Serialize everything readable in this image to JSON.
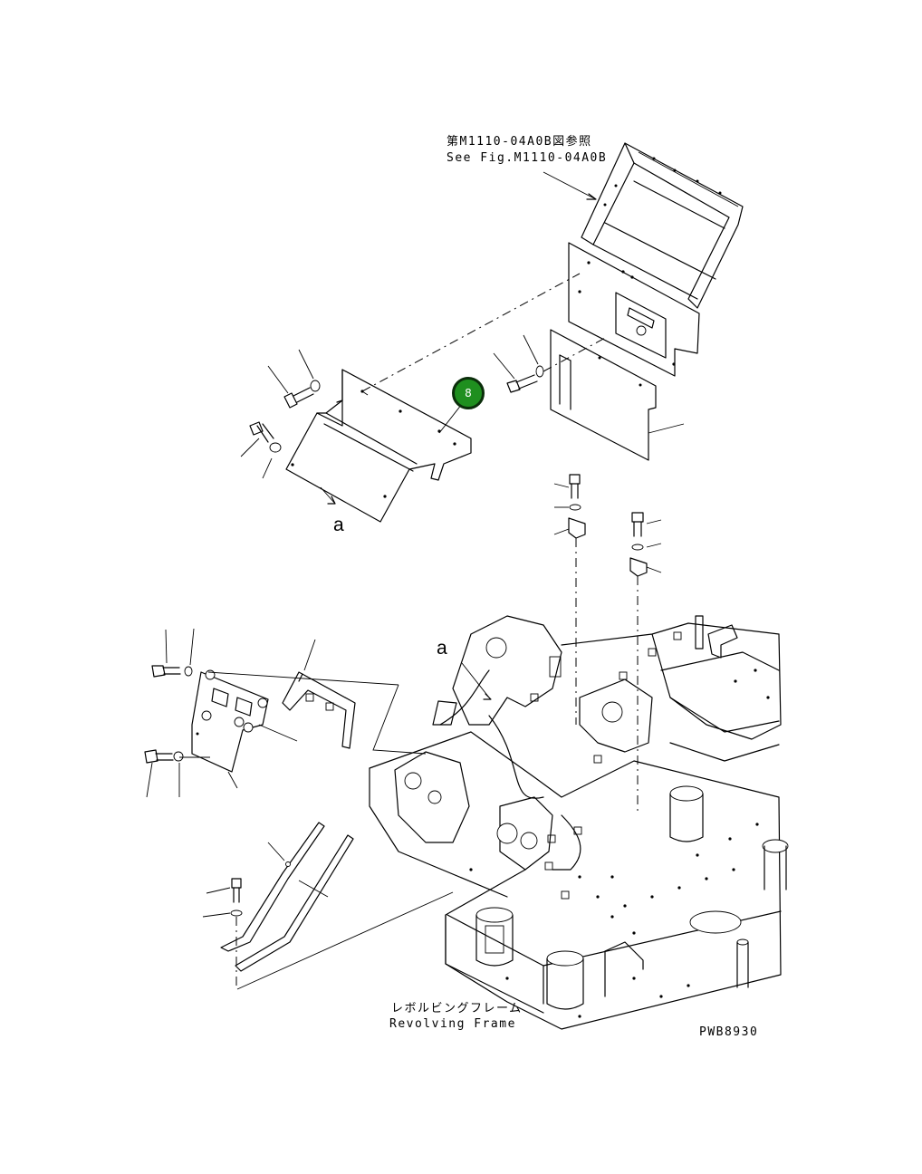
{
  "labels": {
    "reference_jp": "第M1110-04A0B図参照",
    "reference_en": "See Fig.M1110-04A0B",
    "frame_jp": "レボルビングフレーム",
    "frame_en": "Revolving Frame",
    "drawing_code": "PWB8930",
    "view_a_top": "a",
    "view_a_frame": "a"
  },
  "callout": {
    "number": "8",
    "color": "#1f8f1f",
    "border_color": "#0b2e0b"
  }
}
